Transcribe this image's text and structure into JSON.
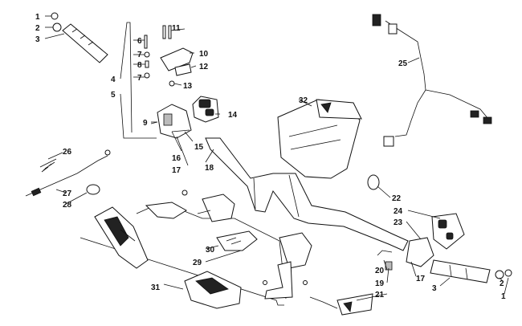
{
  "callouts": {
    "c1": "1",
    "c2": "2",
    "c3": "3",
    "c4": "4",
    "c5": "5",
    "c6": "6",
    "c7a": "7",
    "c7b": "7",
    "c8": "8",
    "c9": "9",
    "c10": "10",
    "c11": "11",
    "c12": "12",
    "c13": "13",
    "c14": "14",
    "c15": "15",
    "c16": "16",
    "c17a": "17",
    "c18": "18",
    "c26": "26",
    "c27": "27",
    "c28": "28",
    "c30": "30",
    "c29": "29",
    "c31": "31",
    "c32": "32",
    "c25": "25",
    "c22": "22",
    "c24": "24",
    "c23": "23",
    "c20": "20",
    "c19": "19",
    "c21": "21",
    "c17b": "17",
    "c3b": "3",
    "c2b": "2",
    "c1b": "1"
  }
}
